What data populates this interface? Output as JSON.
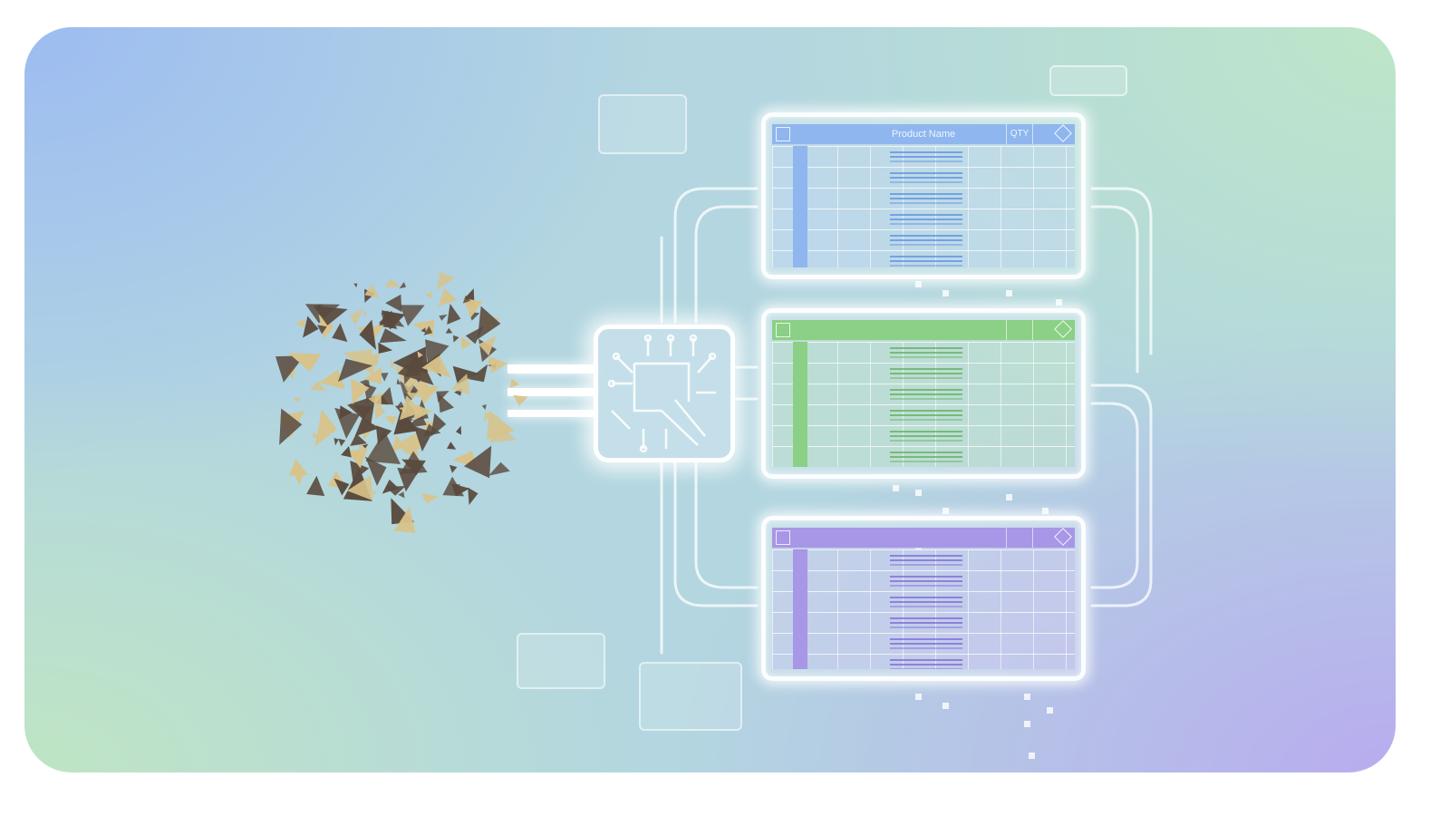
{
  "tables": [
    {
      "header": "Product Name",
      "qty_label": "QTY",
      "color": "#8fb6ee",
      "accent": "#5b8fe0"
    },
    {
      "header": "",
      "qty_label": "",
      "color": "#8ccf86",
      "accent": "#5eb05a"
    },
    {
      "header": "",
      "qty_label": "",
      "color": "#a896e6",
      "accent": "#7d68d6"
    }
  ],
  "colors": {
    "shard_dark": "#5a4a3e",
    "shard_gold": "#d8c38a",
    "glow": "#ffffff"
  },
  "icons": [
    "shard-cluster",
    "ai-chip-icon",
    "table-grid-icon",
    "diamond-arrows-icon"
  ]
}
